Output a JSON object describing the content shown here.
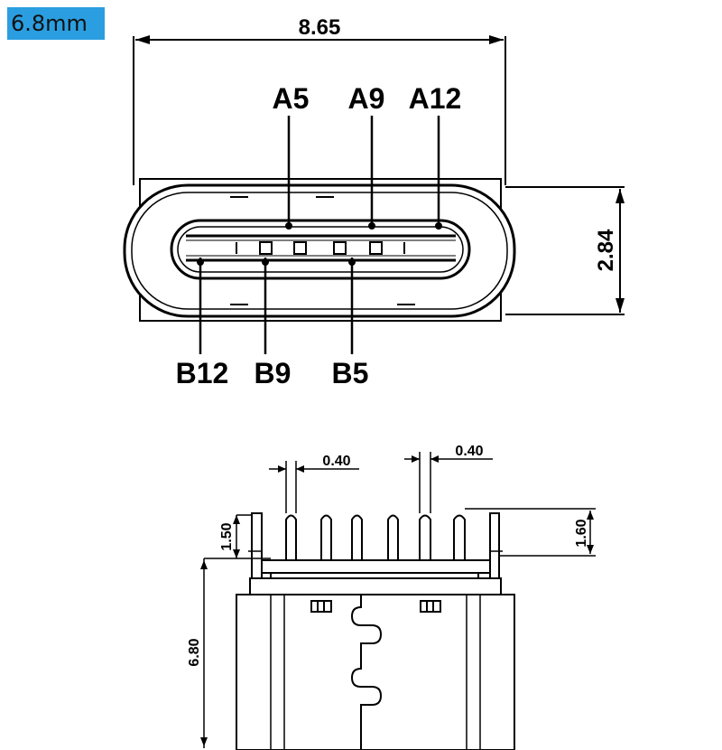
{
  "badge": {
    "text": "6.8mm",
    "color": "#2a9ee0"
  },
  "top_view": {
    "width_dim": "8.65",
    "height_dim": "2.84",
    "top_pins": [
      "A5",
      "A9",
      "A12"
    ],
    "bottom_pins": [
      "B12",
      "B9",
      "B5"
    ]
  },
  "side_view": {
    "pin_width_left": "0.40",
    "pin_width_right": "0.40",
    "left_pin_height": "1.50",
    "right_pin_height": "1.60",
    "body_height": "6.80"
  }
}
